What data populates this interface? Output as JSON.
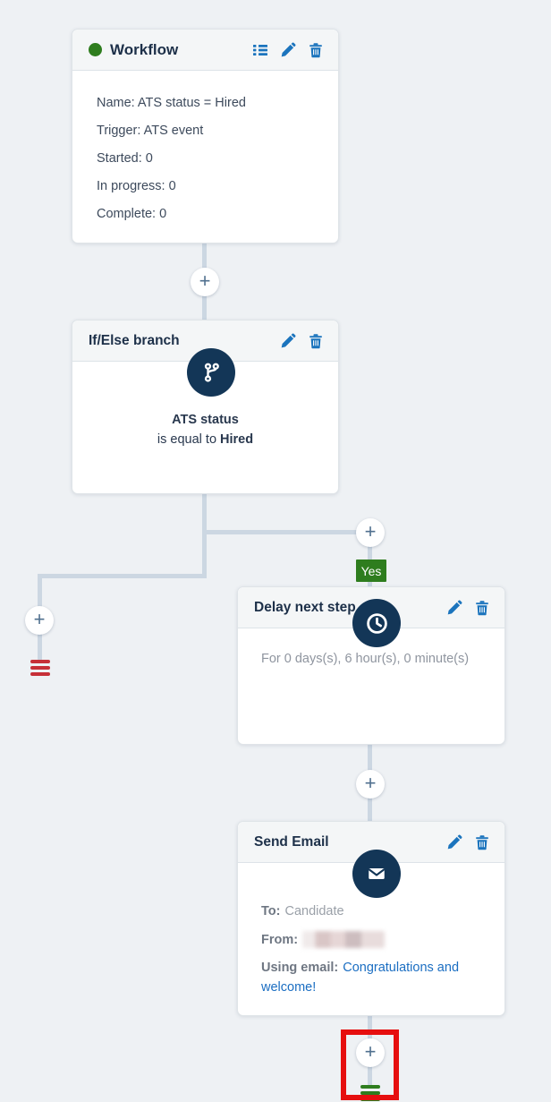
{
  "colors": {
    "accent_blue": "#1b74bd",
    "node_circle_navy": "#133657",
    "green": "#2e7d1e",
    "link_blue": "#1b6ec2",
    "connector_line": "#ccd7e2",
    "red_highlight_box": "#e60f0f",
    "red_end_marker": "#c63038"
  },
  "workflow_card": {
    "title": "Workflow",
    "status_icon": "green-status-dot",
    "header_icons": [
      "list-icon",
      "pencil-icon",
      "trash-icon"
    ],
    "fields": [
      "Name: ATS status = Hired",
      "Trigger: ATS event",
      "Started: 0",
      "In progress: 0",
      "Complete: 0"
    ]
  },
  "if_else_card": {
    "title": "If/Else branch",
    "header_icons": [
      "pencil-icon",
      "trash-icon"
    ],
    "node_icon": "branch-icon",
    "condition_field": "ATS status",
    "condition_operator": "is equal to",
    "condition_value": "Hired"
  },
  "branch": {
    "yes_label": "Yes"
  },
  "delay_card": {
    "title": "Delay next step",
    "header_icons": [
      "pencil-icon",
      "trash-icon"
    ],
    "node_icon": "clock-icon",
    "body": "For 0 days(s), 6 hour(s), 0 minute(s)"
  },
  "email_card": {
    "title": "Send Email",
    "header_icons": [
      "pencil-icon",
      "trash-icon"
    ],
    "node_icon": "envelope-icon",
    "to_label": "To:",
    "to_value": "Candidate",
    "from_label": "From:",
    "from_value": "(blurred)",
    "using_label": "Using email:",
    "using_value": "Congratulations and welcome!"
  },
  "connectors": {
    "plus_label": "+"
  }
}
